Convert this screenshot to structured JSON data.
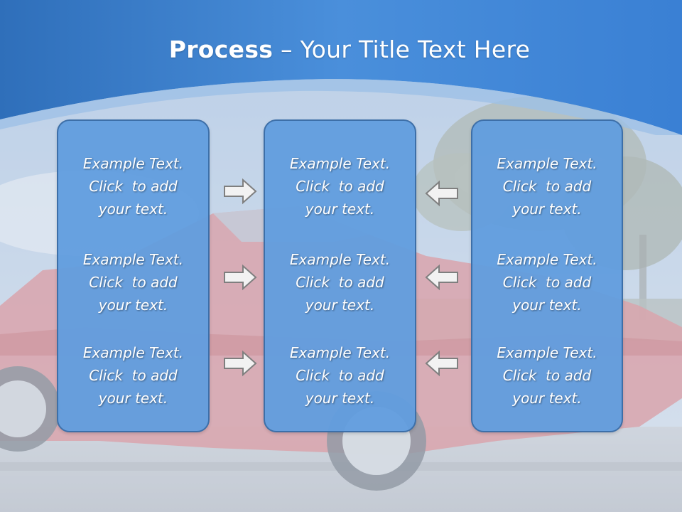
{
  "slide": {
    "title_bold": "Process",
    "title_rest": " – Your Title Text Here"
  },
  "columns": [
    {
      "items": [
        {
          "line1": "Example Text.",
          "line2": "Click  to add",
          "line3": "your text."
        },
        {
          "line1": "Example Text.",
          "line2": "Click  to add",
          "line3": "your text."
        },
        {
          "line1": "Example Text.",
          "line2": "Click  to add",
          "line3": "your text."
        }
      ]
    },
    {
      "items": [
        {
          "line1": "Example Text.",
          "line2": "Click  to add",
          "line3": "your text."
        },
        {
          "line1": "Example Text.",
          "line2": "Click  to add",
          "line3": "your text."
        },
        {
          "line1": "Example Text.",
          "line2": "Click  to add",
          "line3": "your text."
        }
      ]
    },
    {
      "items": [
        {
          "line1": "Example Text.",
          "line2": "Click  to add",
          "line3": "your text."
        },
        {
          "line1": "Example Text.",
          "line2": "Click  to add",
          "line3": "your text."
        },
        {
          "line1": "Example Text.",
          "line2": "Click  to add",
          "line3": "your text."
        }
      ]
    }
  ],
  "arrows": {
    "left_group": "arrow-right-icon",
    "right_group": "arrow-left-icon"
  },
  "colors": {
    "header_blue": "#3c86d8",
    "box_fill": "#619dde",
    "box_border": "#3d6fa8",
    "arrow_fill": "#f2f2f2",
    "arrow_stroke": "#7f7f7f"
  }
}
